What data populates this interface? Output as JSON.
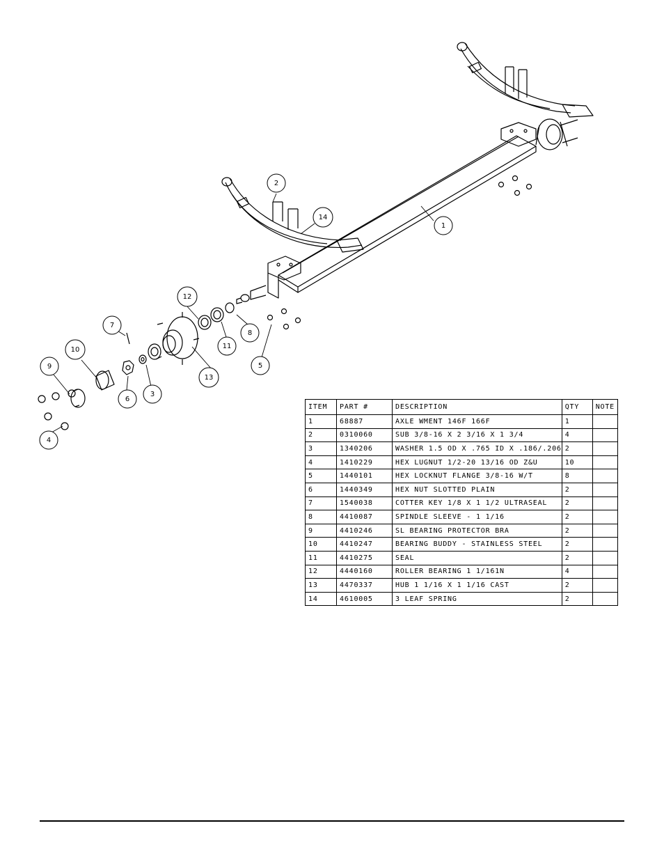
{
  "callouts": [
    "1",
    "2",
    "3",
    "4",
    "5",
    "6",
    "7",
    "8",
    "9",
    "10",
    "11",
    "12",
    "13",
    "14"
  ],
  "table": {
    "headers": {
      "item": "ITEM",
      "part": "PART #",
      "description": "DESCRIPTION",
      "qty": "QTY",
      "note": "NOTE"
    },
    "rows": [
      {
        "item": "1",
        "part": "68887",
        "description": "AXLE WMENT   146F 166F",
        "qty": "1",
        "note": ""
      },
      {
        "item": "2",
        "part": "0310060",
        "description": "SUB 3/8-16 X 2 3/16 X 1 3/4",
        "qty": "4",
        "note": ""
      },
      {
        "item": "3",
        "part": "1340206",
        "description": "WASHER 1.5 OD X .765 ID X .186/.206",
        "qty": "2",
        "note": ""
      },
      {
        "item": "4",
        "part": "1410229",
        "description": "HEX LUGNUT 1/2-20 13/16 OD Z&U",
        "qty": "10",
        "note": ""
      },
      {
        "item": "5",
        "part": "1440101",
        "description": "HEX LOCKNUT FLANGE 3/8-16 W/T",
        "qty": "8",
        "note": ""
      },
      {
        "item": "6",
        "part": "1440349",
        "description": "HEX NUT SLOTTED PLAIN",
        "qty": "2",
        "note": ""
      },
      {
        "item": "7",
        "part": "1540038",
        "description": "COTTER KEY 1/8 X 1 1/2 ULTRASEAL",
        "qty": "2",
        "note": ""
      },
      {
        "item": "8",
        "part": "4410087",
        "description": "SPINDLE SLEEVE - 1 1/16",
        "qty": "2",
        "note": ""
      },
      {
        "item": "9",
        "part": "4410246",
        "description": "SL BEARING PROTECTOR BRA",
        "qty": "2",
        "note": ""
      },
      {
        "item": "10",
        "part": "4410247",
        "description": "BEARING BUDDY - STAINLESS STEEL",
        "qty": "2",
        "note": ""
      },
      {
        "item": "11",
        "part": "4410275",
        "description": "SEAL",
        "qty": "2",
        "note": ""
      },
      {
        "item": "12",
        "part": "4440160",
        "description": "ROLLER BEARING   1 1/161N",
        "qty": "4",
        "note": ""
      },
      {
        "item": "13",
        "part": "4470337",
        "description": "HUB   1 1/16 X 1 1/16 CAST",
        "qty": "2",
        "note": ""
      },
      {
        "item": "14",
        "part": "4610005",
        "description": "3 LEAF SPRING",
        "qty": "2",
        "note": ""
      }
    ]
  }
}
